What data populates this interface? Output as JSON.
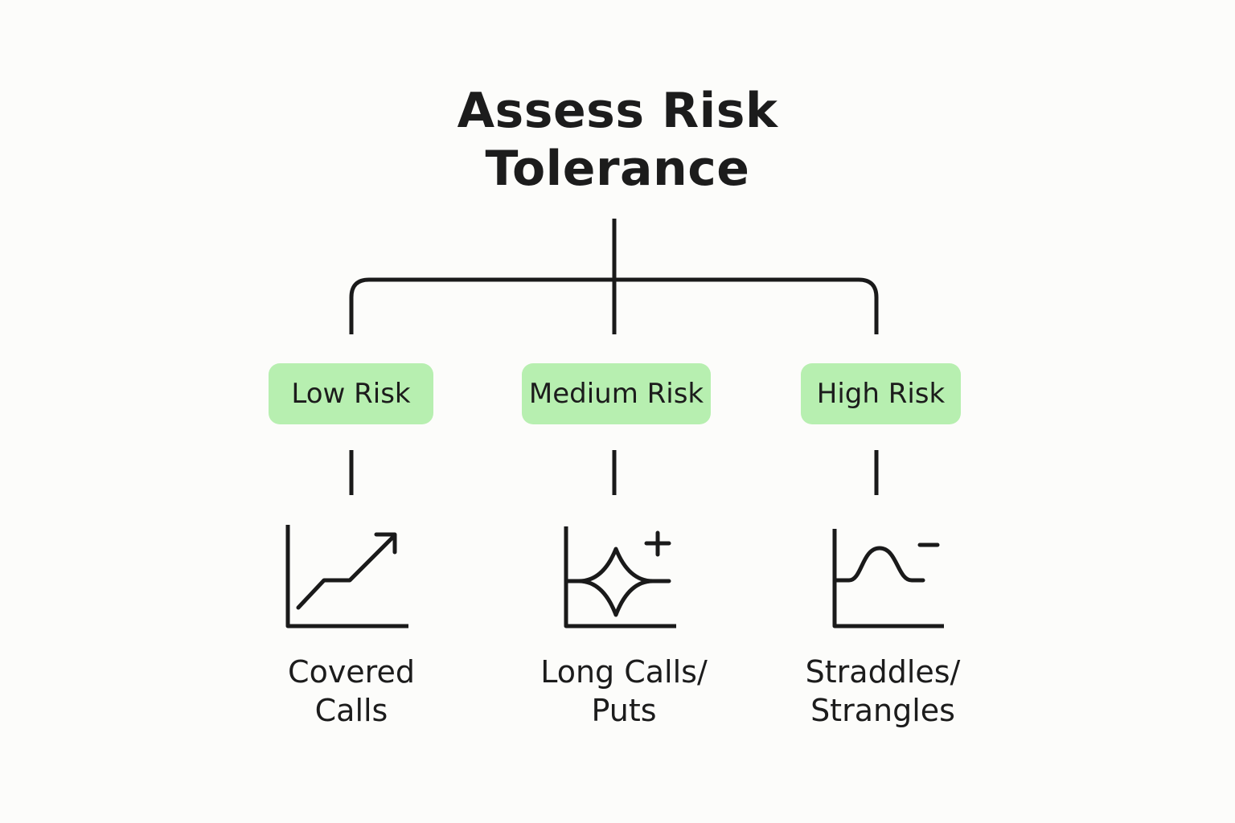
{
  "title": {
    "line1": "Assess Risk",
    "line2": "Tolerance"
  },
  "categories": [
    {
      "label": "Low Risk",
      "icon": "rising-trend-chart-icon",
      "strategy_line1": "Covered",
      "strategy_line2": "Calls"
    },
    {
      "label": "Medium Risk",
      "icon": "star-payoff-chart-plus-icon",
      "strategy_line1": "Long Calls/",
      "strategy_line2": "Puts"
    },
    {
      "label": "High Risk",
      "icon": "bell-curve-chart-minus-icon",
      "strategy_line1": "Straddles/",
      "strategy_line2": "Strangles"
    }
  ],
  "colors": {
    "pill_fill": "#b7efb0",
    "line": "#1a1a1a",
    "background": "#fcfcfa"
  }
}
